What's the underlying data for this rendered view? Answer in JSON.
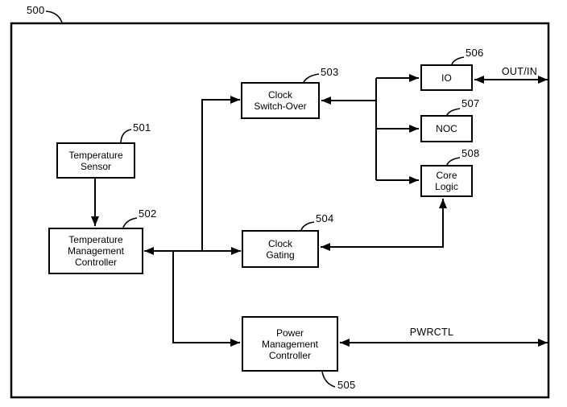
{
  "figure_ref": "500",
  "nodes": {
    "temperature_sensor": {
      "ref": "501",
      "label": "Temperature\nSensor"
    },
    "temperature_management_controller": {
      "ref": "502",
      "label": "Temperature\nManagement\nController"
    },
    "clock_switch_over": {
      "ref": "503",
      "label": "Clock\nSwitch-Over"
    },
    "clock_gating": {
      "ref": "504",
      "label": "Clock\nGating"
    },
    "power_management_controller": {
      "ref": "505",
      "label": "Power\nManagement\nController"
    },
    "io": {
      "ref": "506",
      "label": "IO"
    },
    "noc": {
      "ref": "507",
      "label": "NOC"
    },
    "core_logic": {
      "ref": "508",
      "label": "Core\nLogic"
    }
  },
  "signal_labels": {
    "out_in": "OUT/IN",
    "pwrctl": "PWRCTL"
  },
  "edges": [
    {
      "from": "temperature_sensor",
      "to": "temperature_management_controller",
      "arrows": "to"
    },
    {
      "net": [
        "temperature_management_controller",
        "clock_switch_over",
        "clock_gating",
        "power_management_controller"
      ],
      "arrows": "all-endpoints"
    },
    {
      "net": [
        "clock_switch_over",
        "io",
        "noc",
        "core_logic"
      ],
      "arrows": "all-endpoints"
    },
    {
      "from": "clock_gating",
      "to": "core_logic",
      "arrows": "both"
    },
    {
      "from": "io",
      "to": "chip_boundary",
      "arrows": "both",
      "label": "OUT/IN"
    },
    {
      "from": "power_management_controller",
      "to": "chip_boundary",
      "arrows": "both",
      "label": "PWRCTL"
    }
  ],
  "colors": {
    "line": "#000000",
    "background": "#ffffff"
  }
}
